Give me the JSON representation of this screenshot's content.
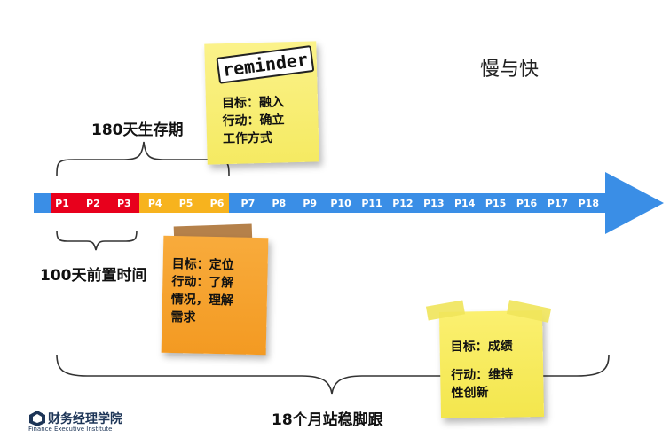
{
  "title": "慢与快",
  "timeline": {
    "periods": [
      "P1",
      "P2",
      "P3",
      "P4",
      "P5",
      "P6",
      "P7",
      "P8",
      "P9",
      "P10",
      "P11",
      "P12",
      "P13",
      "P14",
      "P15",
      "P16",
      "P17",
      "P18"
    ],
    "segment_colors": {
      "red": "#e8001c",
      "orange": "#f7b31e",
      "blue": "#3a8ee6"
    }
  },
  "braces": {
    "top_label": "180天生存期",
    "lower_label": "100天前置时间",
    "bottom_label": "18个月站稳脚跟"
  },
  "notes": {
    "reminder": {
      "header": "reminder",
      "text": "目标：融入\n行动：确立\n工作方式"
    },
    "orange": {
      "text": "目标：定位\n行动：了解\n情况，理解\n需求"
    },
    "bottom": {
      "goal": "目标：成绩",
      "action": "行动：维持\n性创新"
    }
  },
  "logo": {
    "name": "财务经理学院",
    "subtitle": "Finance Executive Institute"
  }
}
